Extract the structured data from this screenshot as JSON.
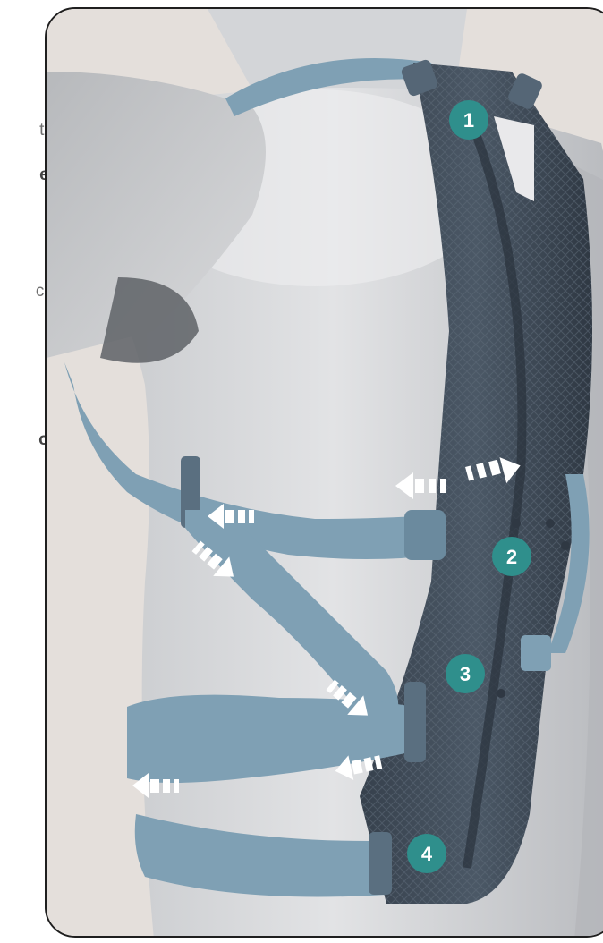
{
  "side_text": [
    {
      "text": "te",
      "weight": "normal"
    },
    {
      "text": "e,",
      "weight": "bold"
    },
    {
      "text": "co",
      "weight": "normal"
    },
    {
      "text": "o",
      "trail": ",",
      "weight": "bold"
    }
  ],
  "markers": [
    "1",
    "2",
    "3",
    "4"
  ],
  "colors": {
    "background": "#e4dfdb",
    "strap": "#7fa0b4",
    "brace": "#3f4a57",
    "marker": "#2f8f8c",
    "arrow": "#ffffff"
  },
  "icons": [
    "arrow-left-icon",
    "arrow-right-icon",
    "arrow-down-right-icon"
  ]
}
